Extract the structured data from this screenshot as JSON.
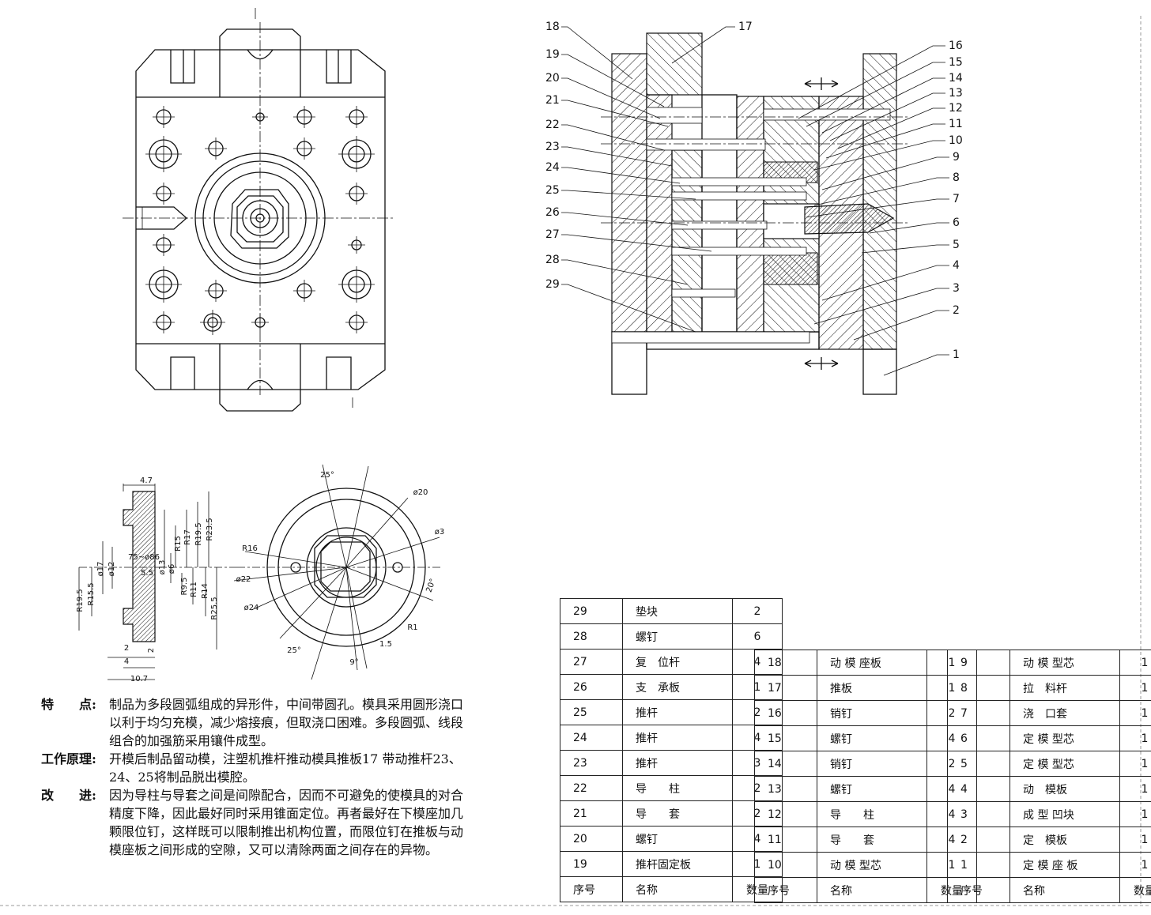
{
  "callouts": [
    "1",
    "2",
    "3",
    "4",
    "5",
    "6",
    "7",
    "8",
    "9",
    "10",
    "11",
    "12",
    "13",
    "14",
    "15",
    "16",
    "17",
    "18",
    "19",
    "20",
    "21",
    "22",
    "23",
    "24",
    "25",
    "26",
    "27",
    "28",
    "29"
  ],
  "dims": {
    "w47": "4.7",
    "r235": "R23.5",
    "r195": "R19.5",
    "r17": "R17",
    "r15": "R15",
    "d17": "ø17",
    "d12": "ø12",
    "d13": "ø13",
    "d6": "ø6",
    "r95": "R9.5",
    "r11": "R11",
    "r14": "R14",
    "r255": "R25.5",
    "lr195": "R19.5",
    "lr155": "R15.5",
    "w2a": "2",
    "w4": "4",
    "w2b": "2",
    "w107": "10.7",
    "t75": "75~ø86",
    "t55": "5.5",
    "a25top": "25°",
    "d20": "ø20",
    "d3": "ø3",
    "a20": "20°",
    "r16": "R16",
    "d22": "ø22",
    "d24": "ø24",
    "r1": "R1",
    "a25bot": "25°",
    "v15": "1.5",
    "a9": "9°"
  },
  "notes": {
    "features_head": "特　　点:",
    "features_body": "制品为多段圆弧组成的异形件，中间带圆孔。模具采用圆形浇口以利于均匀充模，减少熔接痕，但取浇口困难。多段圆弧、线段组合的加强筋采用镶件成型。",
    "principle_head": "工作原理:",
    "principle_body": "开模后制品留动模，注塑机推杆推动模具推板17 带动推杆23、24、25将制品脱出模腔。",
    "improve_head": "改　　进:",
    "improve_body": "因为导柱与导套之间是间隙配合，因而不可避免的使模具的对合精度下降，因此最好同时采用锥面定位。再者最好在下模座加几颗限位钉，这样既可以限制推出机构位置，而限位钉在推板与动模座板之间形成的空隙，又可以清除两面之间存在的异物。"
  },
  "bom": {
    "header": {
      "no": "序号",
      "name": "名称",
      "qty": "数量"
    },
    "col1": [
      {
        "no": "29",
        "name": "垫块",
        "qty": "2"
      },
      {
        "no": "28",
        "name": "螺钉",
        "qty": "6"
      },
      {
        "no": "27",
        "name": "复　位杆",
        "qty": "4"
      },
      {
        "no": "26",
        "name": "支　承板",
        "qty": "1"
      },
      {
        "no": "25",
        "name": "推杆",
        "qty": "2"
      },
      {
        "no": "24",
        "name": "推杆",
        "qty": "4"
      },
      {
        "no": "23",
        "name": "推杆",
        "qty": "3"
      },
      {
        "no": "22",
        "name": "导　　柱",
        "qty": "2"
      },
      {
        "no": "21",
        "name": "导　　套",
        "qty": "2"
      },
      {
        "no": "20",
        "name": "螺钉",
        "qty": "4"
      },
      {
        "no": "19",
        "name": "推杆固定板",
        "qty": "1"
      }
    ],
    "col2": [
      {
        "no": "18",
        "name": "动 模 座板",
        "qty": "1"
      },
      {
        "no": "17",
        "name": "推板",
        "qty": "1"
      },
      {
        "no": "16",
        "name": "销钉",
        "qty": "2"
      },
      {
        "no": "15",
        "name": "螺钉",
        "qty": "4"
      },
      {
        "no": "14",
        "name": "销钉",
        "qty": "2"
      },
      {
        "no": "13",
        "name": "螺钉",
        "qty": "4"
      },
      {
        "no": "12",
        "name": "导　　柱",
        "qty": "4"
      },
      {
        "no": "11",
        "name": "导　　套",
        "qty": "4"
      },
      {
        "no": "10",
        "name": "动 模 型芯",
        "qty": "1"
      }
    ],
    "col3": [
      {
        "no": "9",
        "name": "动 模 型芯",
        "qty": "1"
      },
      {
        "no": "8",
        "name": "拉　料杆",
        "qty": "1"
      },
      {
        "no": "7",
        "name": "浇　口套",
        "qty": "1"
      },
      {
        "no": "6",
        "name": "定 模 型芯",
        "qty": "1"
      },
      {
        "no": "5",
        "name": "定 模 型芯",
        "qty": "1"
      },
      {
        "no": "4",
        "name": "动　模板",
        "qty": "1"
      },
      {
        "no": "3",
        "name": "成 型 凹块",
        "qty": "1"
      },
      {
        "no": "2",
        "name": "定　模板",
        "qty": "1"
      },
      {
        "no": "1",
        "name": "定 模 座 板",
        "qty": "1"
      }
    ]
  }
}
